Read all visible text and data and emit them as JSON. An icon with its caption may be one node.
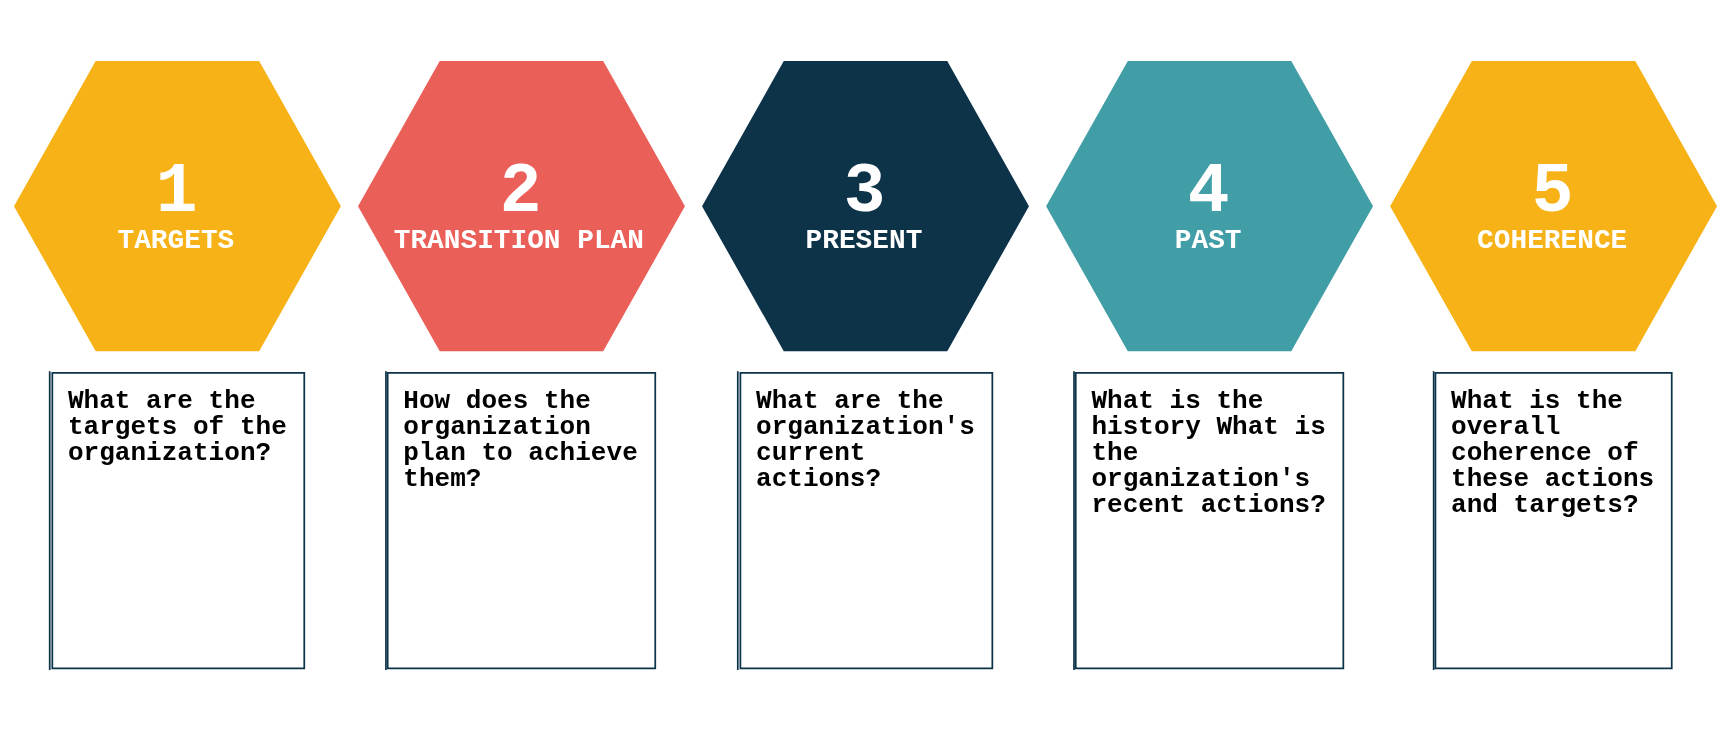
{
  "diagram": {
    "nodes": [
      {
        "text": [
          "1",
          "TARGETS"
        ],
        "beside": [
          "What are the targets of the organization?"
        ]
      },
      {
        "text": [
          "2",
          "TRANSITION PLAN"
        ],
        "beside": [
          "How does the organization plan to achieve them?"
        ]
      },
      {
        "text": [
          "3",
          "PRESENT"
        ],
        "beside": [
          "What are the organization's current actions?"
        ]
      },
      {
        "text": [
          "4",
          "PAST"
        ],
        "beside": [
          "What is the history What is the organization's recent actions?"
        ]
      },
      {
        "text": [
          "5",
          "COHERENCE"
        ],
        "beside": [
          "What is the overall coherence of these actions and targets?"
        ]
      }
    ]
  }
}
